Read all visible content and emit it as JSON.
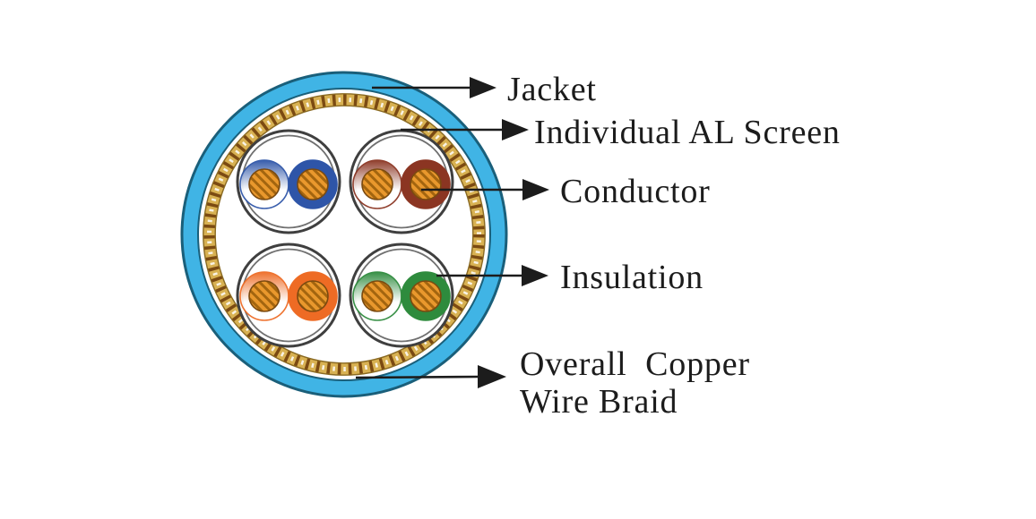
{
  "diagram": {
    "type": "cable-cross-section",
    "description": "Cross-section of a 4-pair shielded twisted pair cable with callout labels",
    "labels": {
      "jacket": "Jacket",
      "al_screen": "Individual AL Screen",
      "conductor": "Conductor",
      "insulation": "Insulation",
      "braid_line1": "Overall  Copper",
      "braid_line2": "Wire Braid"
    },
    "pairs": [
      {
        "name": "blue-pair",
        "position": "top-left",
        "wires": [
          "white-blue",
          "blue"
        ]
      },
      {
        "name": "brown-pair",
        "position": "top-right",
        "wires": [
          "white-brown",
          "brown"
        ]
      },
      {
        "name": "orange-pair",
        "position": "bottom-left",
        "wires": [
          "white-orange",
          "orange"
        ]
      },
      {
        "name": "green-pair",
        "position": "bottom-right",
        "wires": [
          "white-green",
          "green"
        ]
      }
    ],
    "colors": {
      "background": "#ffffff",
      "jacket": "#40b4e5",
      "jacket_outline": "#1a5f7a",
      "inner_white": "#ffffff",
      "braid_gold": "#d8b152",
      "braid_dark": "#7b4a12",
      "braid_edge": "#8a6a22",
      "braid_glint": "#ffffff",
      "screen_gray_outer": "#3f3f3f",
      "screen_gray_inner": "#707070",
      "pair_blue": "#2e55a8",
      "pair_brown": "#8b3522",
      "pair_orange": "#ee6b24",
      "pair_green": "#2e8b3d",
      "conductor_fill": "#e9982d",
      "conductor_hatch": "#a3650f",
      "conductor_outline": "#7a4a10",
      "arrow": "#1c1c1c",
      "text": "#1c1c1c"
    }
  }
}
